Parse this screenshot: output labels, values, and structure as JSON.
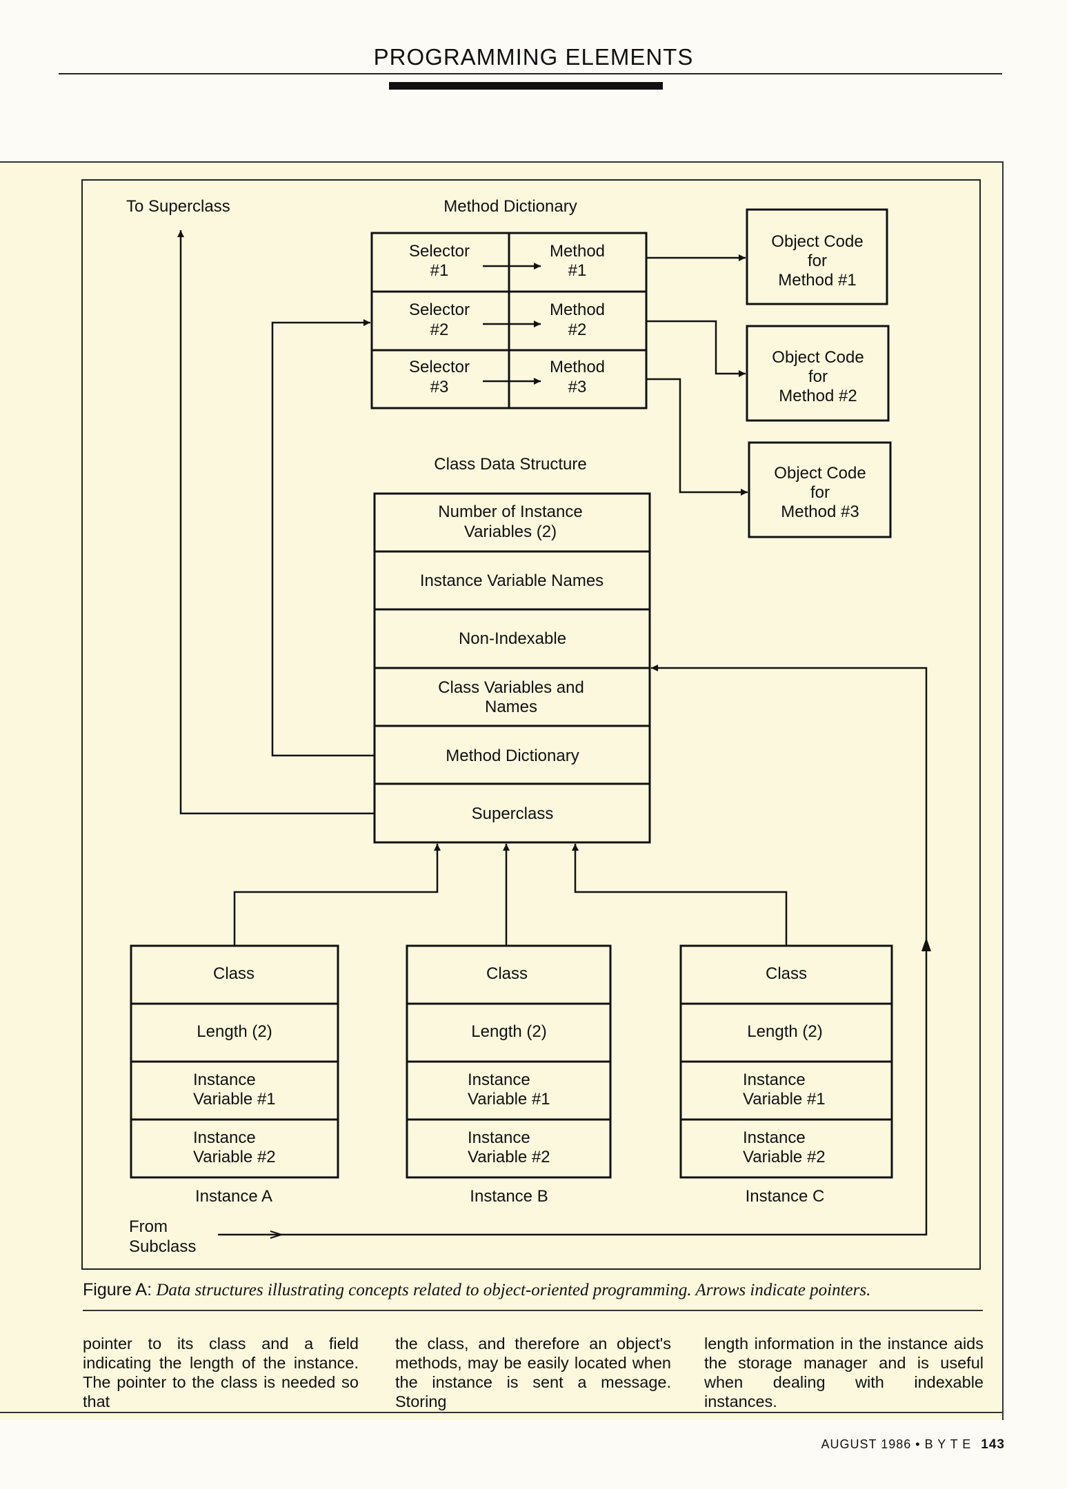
{
  "header": {
    "title": "PROGRAMMING ELEMENTS"
  },
  "diagram": {
    "to_superclass": "To Superclass",
    "method_dictionary_title": "Method Dictionary",
    "method_dictionary_rows": [
      {
        "selector": [
          "Selector",
          "#1"
        ],
        "method": [
          "Method",
          "#1"
        ]
      },
      {
        "selector": [
          "Selector",
          "#2"
        ],
        "method": [
          "Method",
          "#2"
        ]
      },
      {
        "selector": [
          "Selector",
          "#3"
        ],
        "method": [
          "Method",
          "#3"
        ]
      }
    ],
    "object_codes": [
      [
        "Object Code",
        "for",
        "Method #1"
      ],
      [
        "Object Code",
        "for",
        "Method #2"
      ],
      [
        "Object Code",
        "for",
        "Method #3"
      ]
    ],
    "class_data_title": "Class Data Structure",
    "class_rows": [
      [
        "Number of Instance",
        "Variables (2)"
      ],
      [
        "Instance Variable Names"
      ],
      [
        "Non-Indexable"
      ],
      [
        "Class Variables and",
        "Names"
      ],
      [
        "Method Dictionary"
      ],
      [
        "Superclass"
      ]
    ],
    "instances": [
      {
        "label": "Instance A",
        "rows": [
          [
            "Class"
          ],
          [
            "Length (2)"
          ],
          [
            "Instance",
            "Variable #1"
          ],
          [
            "Instance",
            "Variable #2"
          ]
        ]
      },
      {
        "label": "Instance B",
        "rows": [
          [
            "Class"
          ],
          [
            "Length (2)"
          ],
          [
            "Instance",
            "Variable #1"
          ],
          [
            "Instance",
            "Variable #2"
          ]
        ]
      },
      {
        "label": "Instance C",
        "rows": [
          [
            "Class"
          ],
          [
            "Length (2)"
          ],
          [
            "Instance",
            "Variable #1"
          ],
          [
            "Instance",
            "Variable #2"
          ]
        ]
      }
    ],
    "from_subclass": [
      "From",
      "Subclass"
    ]
  },
  "caption": {
    "lead": "Figure A:",
    "text": "Data structures illustrating concepts related to object-oriented programming. Arrows indicate pointers."
  },
  "body_columns": [
    "pointer to its class and a field indicating the length of the instance. The pointer to the class is needed so that",
    "the class, and therefore an object's methods, may be easily located when the instance is sent a message. Storing",
    "length information in the instance aids the storage manager and is useful when dealing with indexable instances."
  ],
  "footer": {
    "issue": "AUGUST 1986 • B Y T E",
    "page": "143"
  }
}
